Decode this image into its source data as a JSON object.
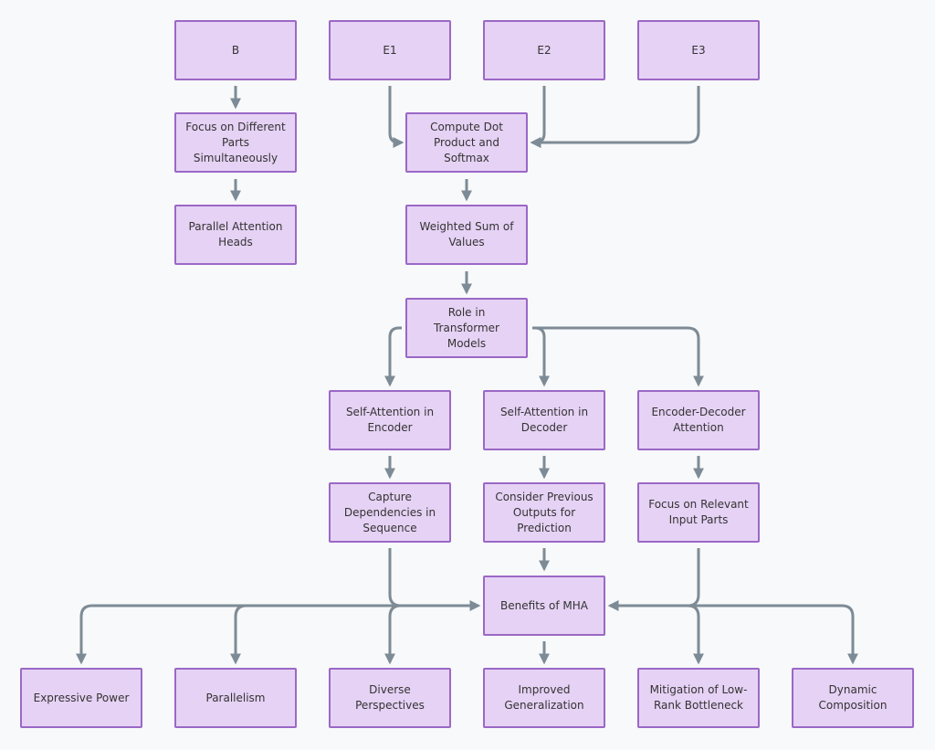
{
  "nodes": {
    "b": "B",
    "e1": "E1",
    "e2": "E2",
    "e3": "E3",
    "focus_different": "Focus on Different Parts Simultaneously",
    "compute_dot": "Compute Dot Product and Softmax",
    "parallel_heads": "Parallel Attention Heads",
    "weighted_sum": "Weighted Sum of Values",
    "role_transformer": "Role in Transformer Models",
    "self_attn_encoder": "Self-Attention in Encoder",
    "self_attn_decoder": "Self-Attention in Decoder",
    "enc_dec_attn": "Encoder-Decoder Attention",
    "capture_deps": "Capture Dependencies in Sequence",
    "consider_prev": "Consider Previous Outputs for Prediction",
    "focus_relevant": "Focus on Relevant Input Parts",
    "benefits_mha": "Benefits of MHA",
    "expressive": "Expressive Power",
    "parallelism": "Parallelism",
    "diverse": "Diverse Perspectives",
    "improved_gen": "Improved Generalization",
    "mitigation": "Mitigation of Low-Rank Bottleneck",
    "dynamic": "Dynamic Composition"
  },
  "edges": [
    {
      "from": "b",
      "to": "focus_different"
    },
    {
      "from": "focus_different",
      "to": "parallel_heads"
    },
    {
      "from": "e1",
      "to": "compute_dot"
    },
    {
      "from": "e2",
      "to": "compute_dot"
    },
    {
      "from": "e3",
      "to": "compute_dot"
    },
    {
      "from": "compute_dot",
      "to": "weighted_sum"
    },
    {
      "from": "weighted_sum",
      "to": "role_transformer"
    },
    {
      "from": "role_transformer",
      "to": "self_attn_encoder"
    },
    {
      "from": "role_transformer",
      "to": "self_attn_decoder"
    },
    {
      "from": "role_transformer",
      "to": "enc_dec_attn"
    },
    {
      "from": "self_attn_encoder",
      "to": "capture_deps"
    },
    {
      "from": "self_attn_decoder",
      "to": "consider_prev"
    },
    {
      "from": "enc_dec_attn",
      "to": "focus_relevant"
    },
    {
      "from": "capture_deps",
      "to": "benefits_mha"
    },
    {
      "from": "consider_prev",
      "to": "benefits_mha"
    },
    {
      "from": "focus_relevant",
      "to": "benefits_mha"
    },
    {
      "from": "benefits_mha",
      "to": "expressive"
    },
    {
      "from": "benefits_mha",
      "to": "parallelism"
    },
    {
      "from": "benefits_mha",
      "to": "diverse"
    },
    {
      "from": "benefits_mha",
      "to": "improved_gen"
    },
    {
      "from": "benefits_mha",
      "to": "mitigation"
    },
    {
      "from": "benefits_mha",
      "to": "dynamic"
    }
  ],
  "colors": {
    "node_fill": "#e6d2f5",
    "node_border": "#9a68c6",
    "edge": "#7d8b96",
    "background": "#f8f9fa"
  }
}
